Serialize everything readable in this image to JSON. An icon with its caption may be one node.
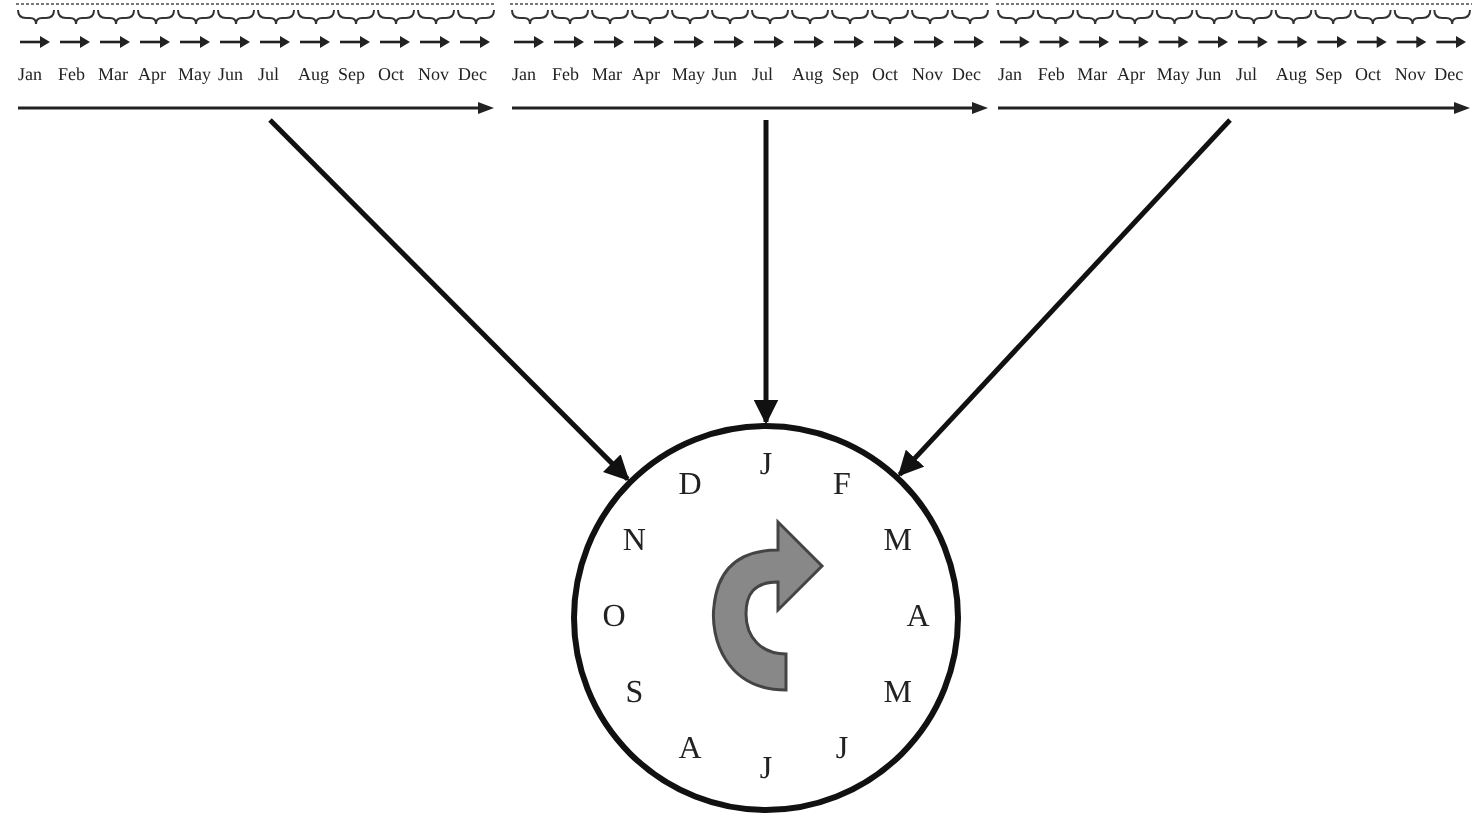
{
  "diagram": {
    "nodes": [
      {
        "text": [
          "Jan",
          "Feb",
          "Mar",
          "Apr",
          "May",
          "Jun",
          "Jul",
          "Aug",
          "Sep",
          "Oct",
          "Nov",
          "Dec"
        ]
      },
      {
        "text": [
          "Jan",
          "Feb",
          "Mar",
          "Apr",
          "May",
          "Jun",
          "Jul",
          "Aug",
          "Sep",
          "Oct",
          "Nov",
          "Dec"
        ]
      },
      {
        "text": [
          "Jan",
          "Feb",
          "Mar",
          "Apr",
          "May",
          "Jun",
          "Jul",
          "Aug",
          "Sep",
          "Oct",
          "Nov",
          "Dec"
        ]
      },
      {
        "text": [
          "J",
          "F",
          "M",
          "A",
          "M",
          "J",
          "J",
          "A",
          "S",
          "O",
          "N",
          "D"
        ]
      }
    ],
    "edges": [
      {
        "from": 0,
        "to": 3,
        "arrow": "to"
      },
      {
        "from": 1,
        "to": 3,
        "arrow": "to"
      },
      {
        "from": 2,
        "to": 3,
        "arrow": "to"
      }
    ]
  }
}
